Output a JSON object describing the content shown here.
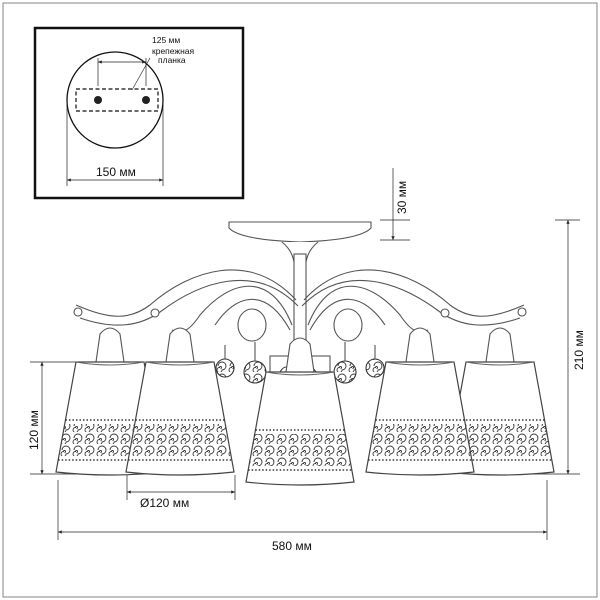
{
  "labels": {
    "plate_small": "125 мм",
    "plate_note": "крепежная",
    "plate_note2": "планка",
    "canopy_width": "150 мм",
    "canopy_height": "30 мм",
    "total_height": "210 мм",
    "shade_height": "120 мм",
    "shade_diameter": "Ø120 мм",
    "total_width": "580 мм"
  },
  "colors": {
    "line": "#222222",
    "frame": "#777777",
    "panel": "#111111"
  }
}
